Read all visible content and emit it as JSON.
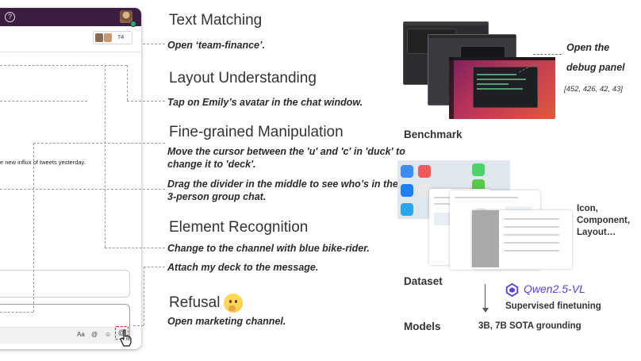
{
  "window": {
    "help_icon_label": "?",
    "member_count": "74",
    "message_snippet": "e new influx of tweets yesterday.",
    "toolbar": {
      "format": "Aa",
      "mention": "@",
      "emoji": "☺",
      "attach": "@"
    }
  },
  "categories": [
    {
      "title": "Text Matching",
      "task": "Open ‘team-finance’."
    },
    {
      "title": "Layout Understanding",
      "task": "Tap on Emily’s avatar in the chat window."
    },
    {
      "title": "Fine-grained Manipulation",
      "task_line1": "Move the cursor between the 'u' and 'c' in 'duck' to",
      "task_line2": "change it to 'deck'.",
      "task2_line1": "Drag the divider in the middle to see who’s in the",
      "task2_line2": "3-person group chat."
    },
    {
      "title": "Element Recognition",
      "task": "Change to the channel with blue bike-rider.",
      "task2": "Attach my deck to the message."
    },
    {
      "title": "Refusal",
      "task": "Open marketing channel."
    }
  ],
  "benchmark": {
    "annotation_line1": "Open the",
    "annotation_line2": "debug panel",
    "coords": "[452, 426, 42, 43]",
    "label": "Benchmark"
  },
  "dataset": {
    "annotation_line1": "Icon,",
    "annotation_line2": "Component,",
    "annotation_line3": "Layout…",
    "label": "Dataset"
  },
  "models": {
    "qwen": "Qwen2.5-VL",
    "finetune": "Supervised finetuning",
    "label": "Models",
    "desc": "3B, 7B  SOTA grounding"
  },
  "colors": {
    "window_titlebar": "#3b1d3f",
    "qwen_purple": "#5b3fd9",
    "attach_highlight": "#d03030",
    "emoji_yellow": "#ffd55a"
  },
  "icons": [
    "help-icon",
    "avatar",
    "format-icon",
    "mention-icon",
    "emoji-icon",
    "attach-icon",
    "hand-cursor-icon",
    "thinking-emoji",
    "qwen-logo-icon",
    "down-arrow-icon"
  ]
}
